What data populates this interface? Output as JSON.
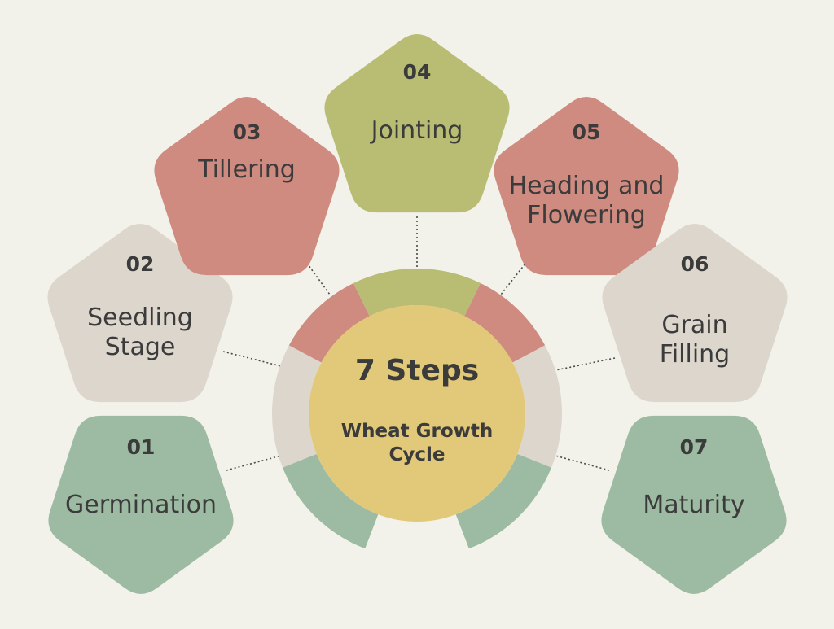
{
  "center": {
    "title": "7 Steps",
    "subtitle_lines": [
      "Wheat Growth",
      "Cycle"
    ]
  },
  "colors": {
    "background": "#f2f2ea",
    "green": "#9dbba2",
    "beige": "#ddd6cd",
    "red": "#cf8b80",
    "olive": "#b9bd74",
    "center": "#e2c97a",
    "text": "#3b3b3b"
  },
  "steps": [
    {
      "number": "01",
      "label_lines": [
        "Germination"
      ],
      "color": "#9dbba2"
    },
    {
      "number": "02",
      "label_lines": [
        "Seedling",
        "Stage"
      ],
      "color": "#ddd6cd"
    },
    {
      "number": "03",
      "label_lines": [
        "Tillering"
      ],
      "color": "#cf8b80"
    },
    {
      "number": "04",
      "label_lines": [
        "Jointing"
      ],
      "color": "#b9bd74"
    },
    {
      "number": "05",
      "label_lines": [
        "Heading and",
        "Flowering"
      ],
      "color": "#cf8b80"
    },
    {
      "number": "06",
      "label_lines": [
        "Grain",
        "Filling"
      ],
      "color": "#ddd6cd"
    },
    {
      "number": "07",
      "label_lines": [
        "Maturity"
      ],
      "color": "#9dbba2"
    }
  ]
}
